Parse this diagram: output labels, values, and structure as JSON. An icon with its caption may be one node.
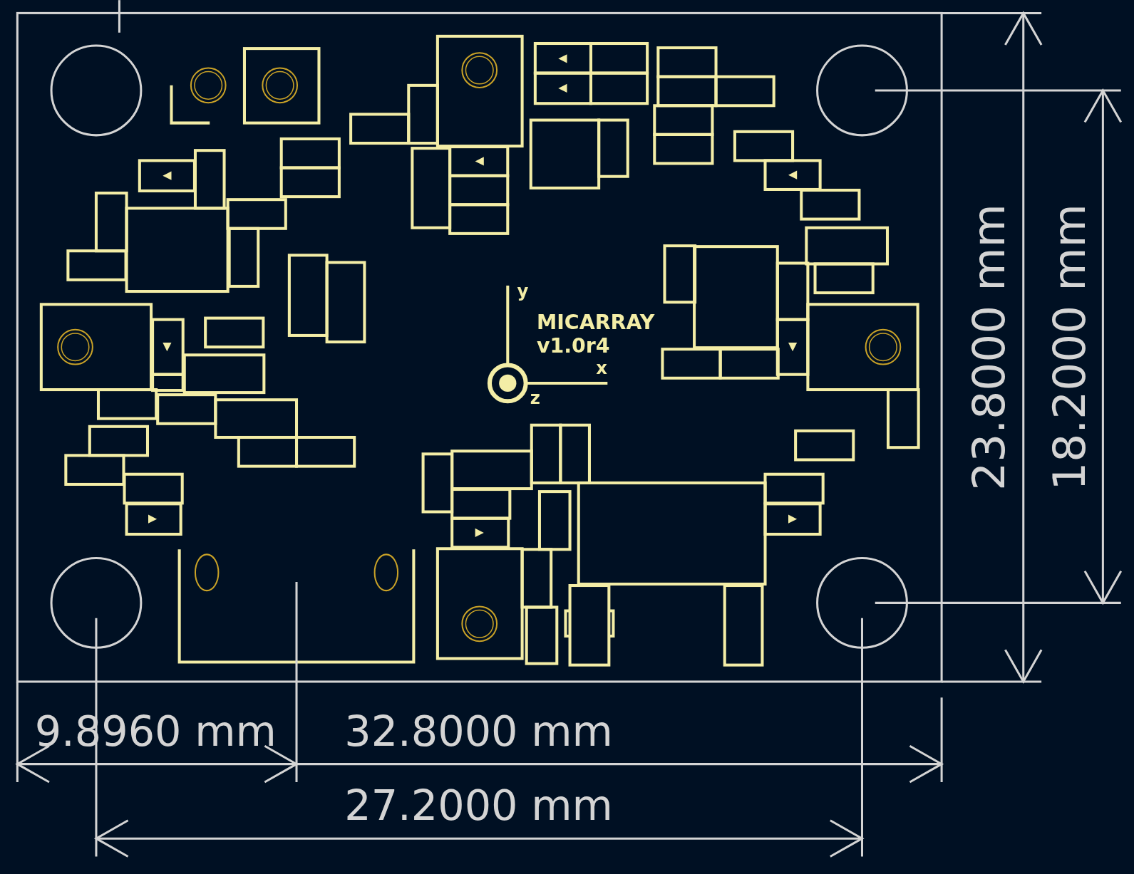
{
  "diagram": {
    "labels": [
      "y",
      "MICARRAY v1.0r4",
      "x",
      "z",
      "23.8000 mm",
      "18.2000 mm",
      "9.8960 mm",
      "32.8000 mm",
      "27.2000 mm"
    ]
  }
}
